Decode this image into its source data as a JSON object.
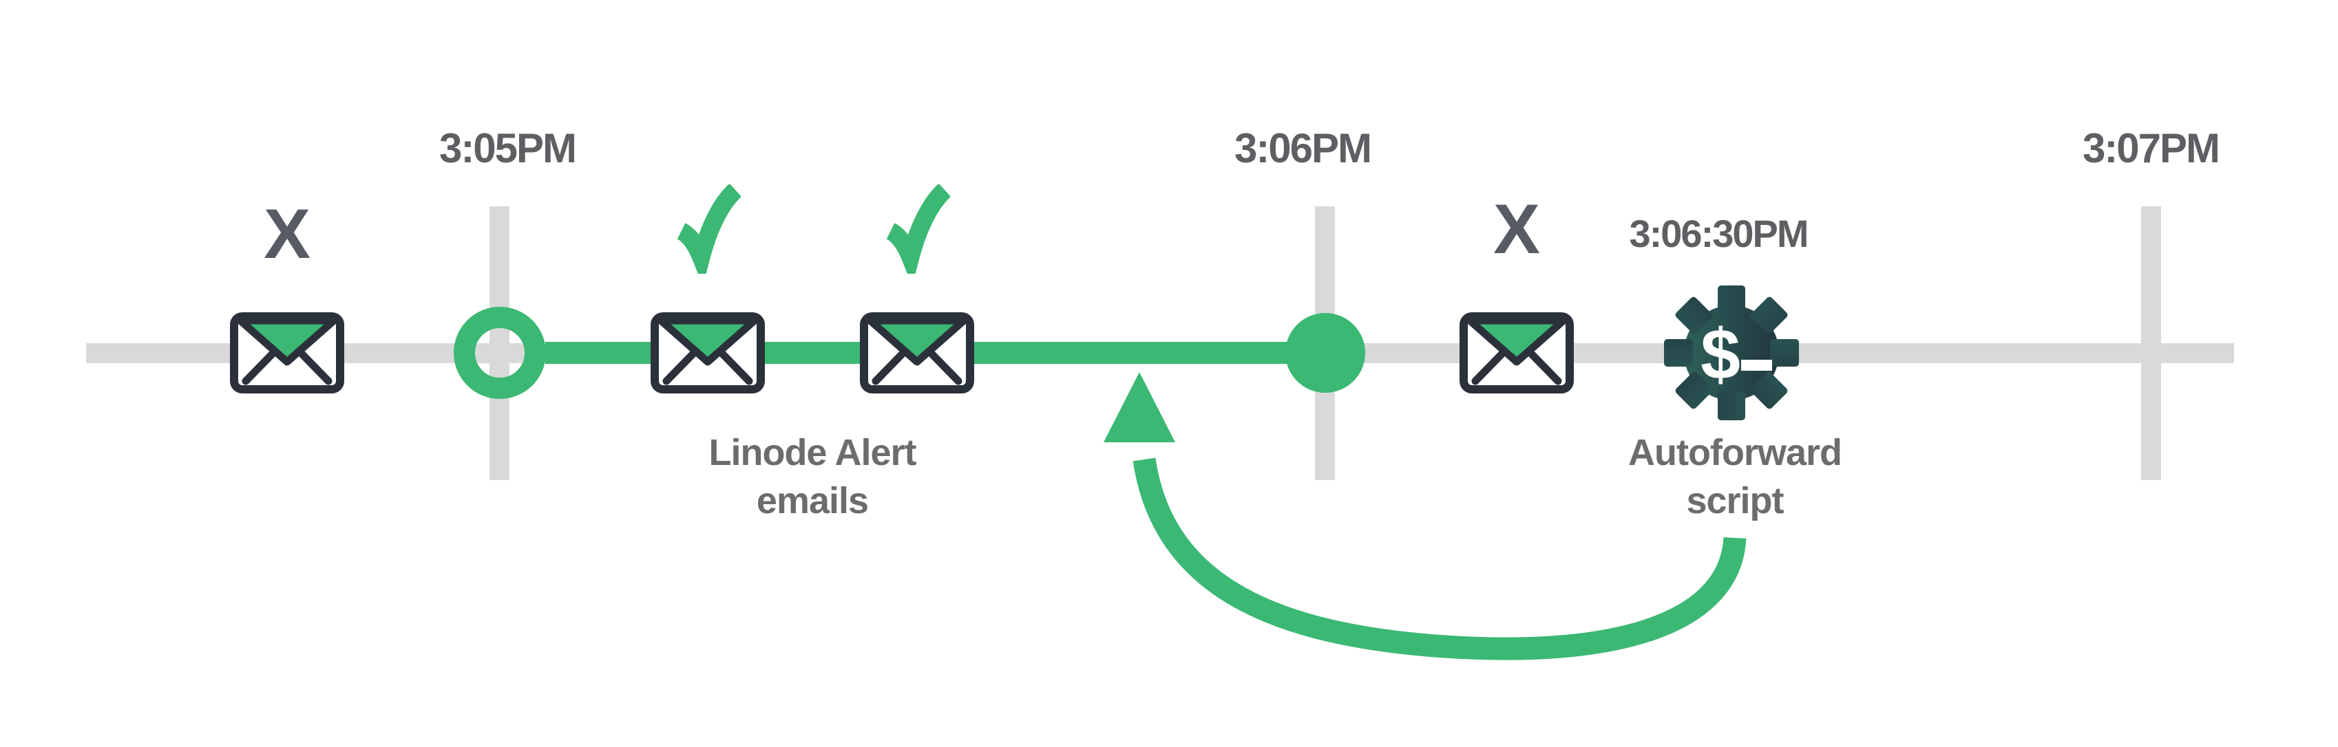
{
  "diagram": {
    "title": "Linode Alert email autoforward timeline",
    "background": "#ffffff"
  },
  "colors": {
    "green": "#3bb873",
    "line_gray": "#d9d9d9",
    "time_label_gray": "#5e5f62",
    "caption_gray": "#6b6c6e",
    "x_mark_gray": "#565b64",
    "envelope_outline": "#2b313b",
    "gear_teal": "#306b60",
    "gear_dark": "#1f2b39",
    "white": "#ffffff"
  },
  "timeline": {
    "tick_labels": [
      "3:05PM",
      "3:06PM",
      "3:07PM"
    ],
    "script_time_label": "3:06:30PM"
  },
  "markers": {
    "x_mark": "X"
  },
  "captions": {
    "alert_emails_line1": "Linode Alert",
    "alert_emails_line2": "emails",
    "script_line1": "Autoforward",
    "script_line2": "script"
  },
  "icons": {
    "envelope": "envelope-icon",
    "check": "check-icon",
    "x": "x-mark-icon",
    "gear_dollar": "gear-dollar-icon",
    "open_circle": "open-circle-marker",
    "filled_circle": "filled-circle-marker",
    "curved_arrow": "curved-arrow-icon"
  },
  "events": [
    {
      "marker": "x",
      "item": "alert email (before 3:05PM)"
    },
    {
      "marker": "check",
      "item": "alert email"
    },
    {
      "marker": "check",
      "item": "alert email"
    },
    {
      "marker": "x",
      "item": "alert email (after 3:06PM)"
    },
    {
      "marker": "gear",
      "item": "autoforward script",
      "time": "3:06:30PM"
    }
  ]
}
